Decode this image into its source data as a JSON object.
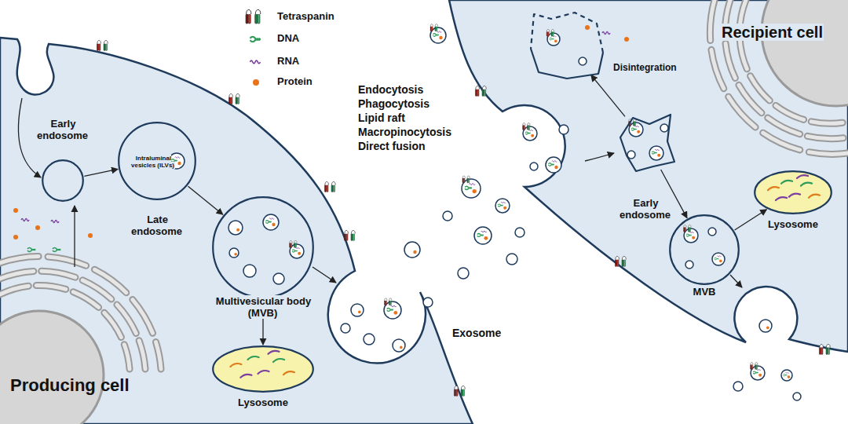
{
  "diagram": {
    "nodes": [
      {
        "text": [
          "Producing cell"
        ]
      },
      {
        "text": [
          "Early endosome"
        ],
        "in": 0
      },
      {
        "text": [
          "Intraluminal vesicles (ILVs)",
          "Late endosome"
        ],
        "in": 0
      },
      {
        "text": [
          "Multivesicular body (MVB)"
        ],
        "in": 0
      },
      {
        "text": [
          "Lysosome"
        ],
        "in": 0
      },
      {
        "text": [
          "Recipient cell"
        ]
      },
      {
        "text": [
          "Disintegration"
        ],
        "in": 5
      },
      {
        "text": [
          "Early endosome"
        ],
        "in": 5
      },
      {
        "text": [
          "Lysosome"
        ],
        "in": 5
      },
      {
        "text": [
          "MVB"
        ],
        "in": 5
      }
    ],
    "edges": [
      {
        "from": 1,
        "to": 2,
        "arrow": "to"
      },
      {
        "from": 2,
        "to": 3,
        "arrow": "to"
      },
      {
        "from": 3,
        "to": 4,
        "arrow": "to"
      },
      {
        "from": 7,
        "to": 6,
        "arrow": "to"
      },
      {
        "from": 7,
        "to": 9,
        "arrow": "to"
      },
      {
        "from": 9,
        "to": 8,
        "arrow": "to"
      }
    ],
    "labels": [
      "Exosome",
      "Endocytosis",
      "Phagocytosis",
      "Lipid raft",
      "Macropinocytosis",
      "Direct fusion"
    ],
    "legend": [
      {
        "text": "Tetraspanin"
      },
      {
        "text": "DNA"
      },
      {
        "text": "RNA"
      },
      {
        "text": "Protein"
      }
    ]
  }
}
